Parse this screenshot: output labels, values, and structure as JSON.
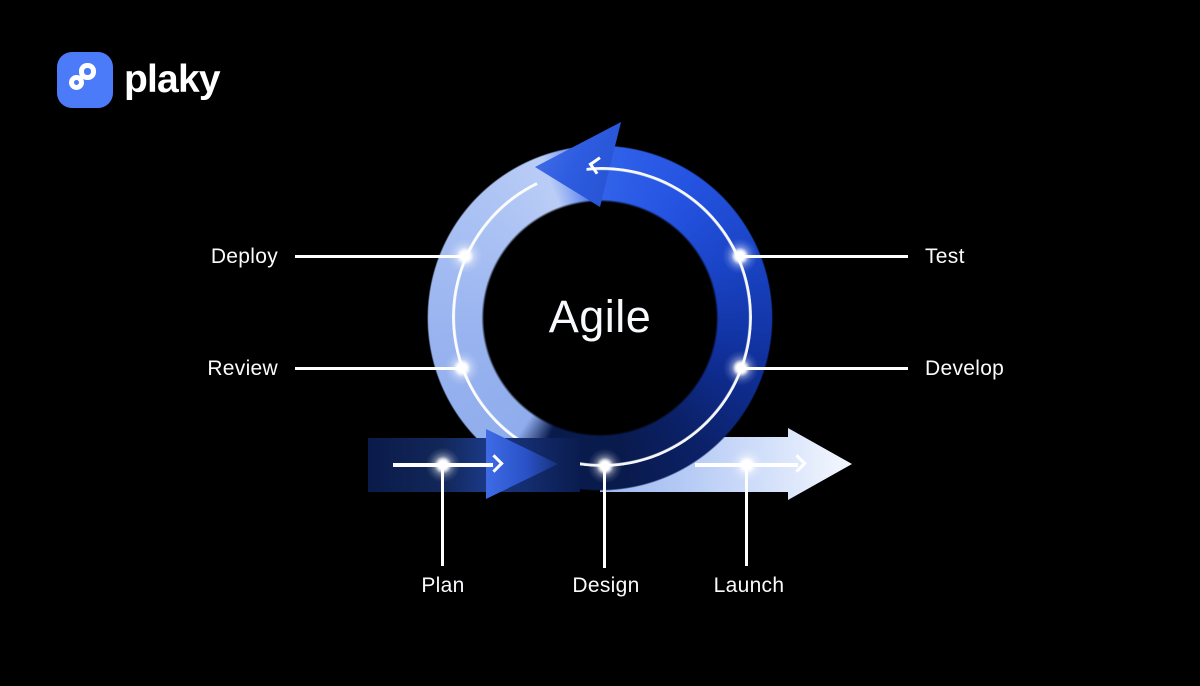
{
  "brand": {
    "name": "plaky",
    "icon": "plaky-logo",
    "logo_color": "#4C7BFA"
  },
  "diagram": {
    "title": "Agile",
    "labels": {
      "deploy": "Deploy",
      "review": "Review",
      "test": "Test",
      "develop": "Develop",
      "plan": "Plan",
      "design": "Design",
      "launch": "Launch"
    },
    "colors": {
      "background": "#000000",
      "ring_vivid_blue": "#2554E2",
      "ring_dark_navy": "#091A4C",
      "ring_light_periwinkle": "#99B4F0",
      "launch_arrow_light": "#D2DFFA",
      "plan_arrow_dark": "#0A1B4A",
      "track_and_lines": "#FFFFFF"
    }
  }
}
